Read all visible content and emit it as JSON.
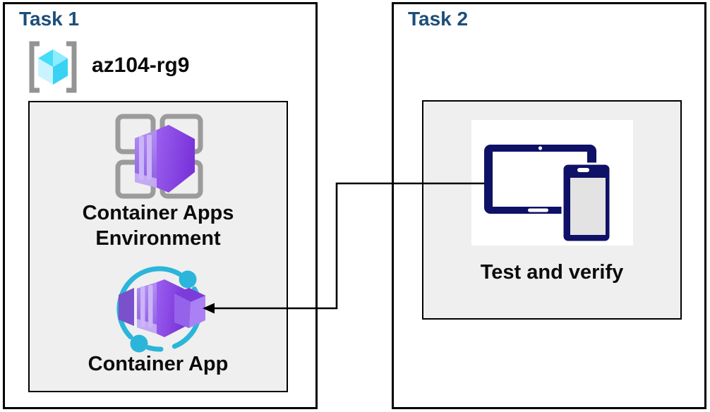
{
  "task1": {
    "label": "Task 1",
    "resource_group": {
      "name": "az104-rg9",
      "icon": "resource-group-icon"
    },
    "environment": {
      "label": "Container Apps Environment",
      "icon": "container-apps-environment-icon"
    },
    "app": {
      "label": "Container App",
      "icon": "container-app-icon"
    }
  },
  "task2": {
    "label": "Task 2",
    "test": {
      "label": "Test and verify",
      "icon": "tablet-phone-devices-icon"
    }
  },
  "connector": {
    "type": "elbow-arrow",
    "arrow_points_to": "Container App"
  },
  "colors": {
    "heading_navy": "#1d4e79",
    "text_black": "#0b0b0b",
    "panel_gray": "#efefef",
    "border_black": "#000000",
    "device_navy": "#0e1166",
    "cyan_accent": "#2bb5da",
    "cube_cyan": "#50e6ff",
    "purple_main": "#8a4ae8",
    "icon_gray": "#949494"
  }
}
